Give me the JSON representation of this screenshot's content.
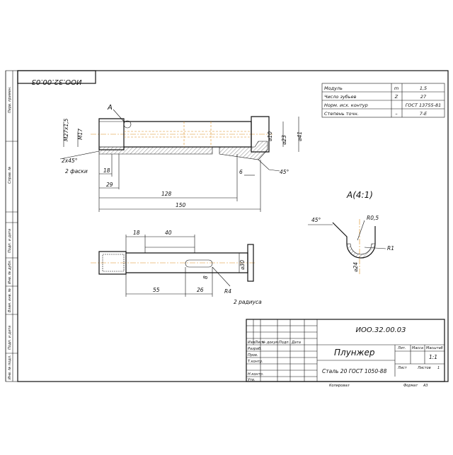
{
  "doc_number": "ИОО.32.00.03",
  "doc_number_rotated": "ИОО.32.00.03",
  "params_table": [
    {
      "name": "Модуль",
      "symbol": "m",
      "value": "1,5"
    },
    {
      "name": "Число зубьев",
      "symbol": "Z",
      "value": "27"
    },
    {
      "name": "Норм. исх. контур",
      "symbol": "",
      "value": "ГОСТ 13755-81"
    },
    {
      "name": "Степень точн.",
      "symbol": "–",
      "value": "7-Е"
    }
  ],
  "view_a_callout": "A",
  "view_a_title": "A(4:1)",
  "main_view_dims": {
    "thread": "M27x1,5",
    "m17": "M17",
    "chamfer": "2x45°",
    "chamfer_note": "2 фаски",
    "d18": "18",
    "d29": "29",
    "d128": "128",
    "d150": "150",
    "d6": "6",
    "ang45": "45°",
    "phi10": "⌀10",
    "phi23": "⌀23",
    "phi41": "⌀41"
  },
  "second_view_dims": {
    "d18": "18",
    "d40": "40",
    "d55": "55",
    "d26": "26",
    "d8": "8",
    "phi30": "⌀30",
    "r4": "R4",
    "radius_note": "2 радиуса"
  },
  "detail_dims": {
    "ang45": "45°",
    "r05": "R0,5",
    "r1": "R1",
    "phi24": "⌀24"
  },
  "title_block": {
    "number": "ИОО.32.00.03",
    "part_name": "Плунжер",
    "material": "Сталь 20 ГОСТ 1050-88",
    "lit_label": "Лит.",
    "mass_label": "Масса",
    "scale_label": "Масштаб",
    "scale_value": "1:1",
    "sheet_label": "Лист",
    "sheets_label": "Листов",
    "sheets_value": "1",
    "change_label": "Изм.",
    "list_label": "Лист",
    "docno_label": "№ докум.",
    "sign_label": "Подп.",
    "date_label": "Дата",
    "dev_label": "Разраб.",
    "check_label": "Пров.",
    "tcontrol_label": "Т.контр.",
    "ncontrol_label": "Н.контр.",
    "approve_label": "Утв.",
    "copied_label": "Копировал",
    "format_label": "Формат",
    "format_value": "А3"
  },
  "side_strip": {
    "perv_primen": "Перв. примен.",
    "sprav": "Справ. №",
    "podp_data_1": "Подп. и дата",
    "inv_dubl": "Инв. № дубл.",
    "vzam_inv": "Взам. инв. №",
    "podp_data_2": "Подп. и дата",
    "inv_podl": "Инв. № подл."
  }
}
